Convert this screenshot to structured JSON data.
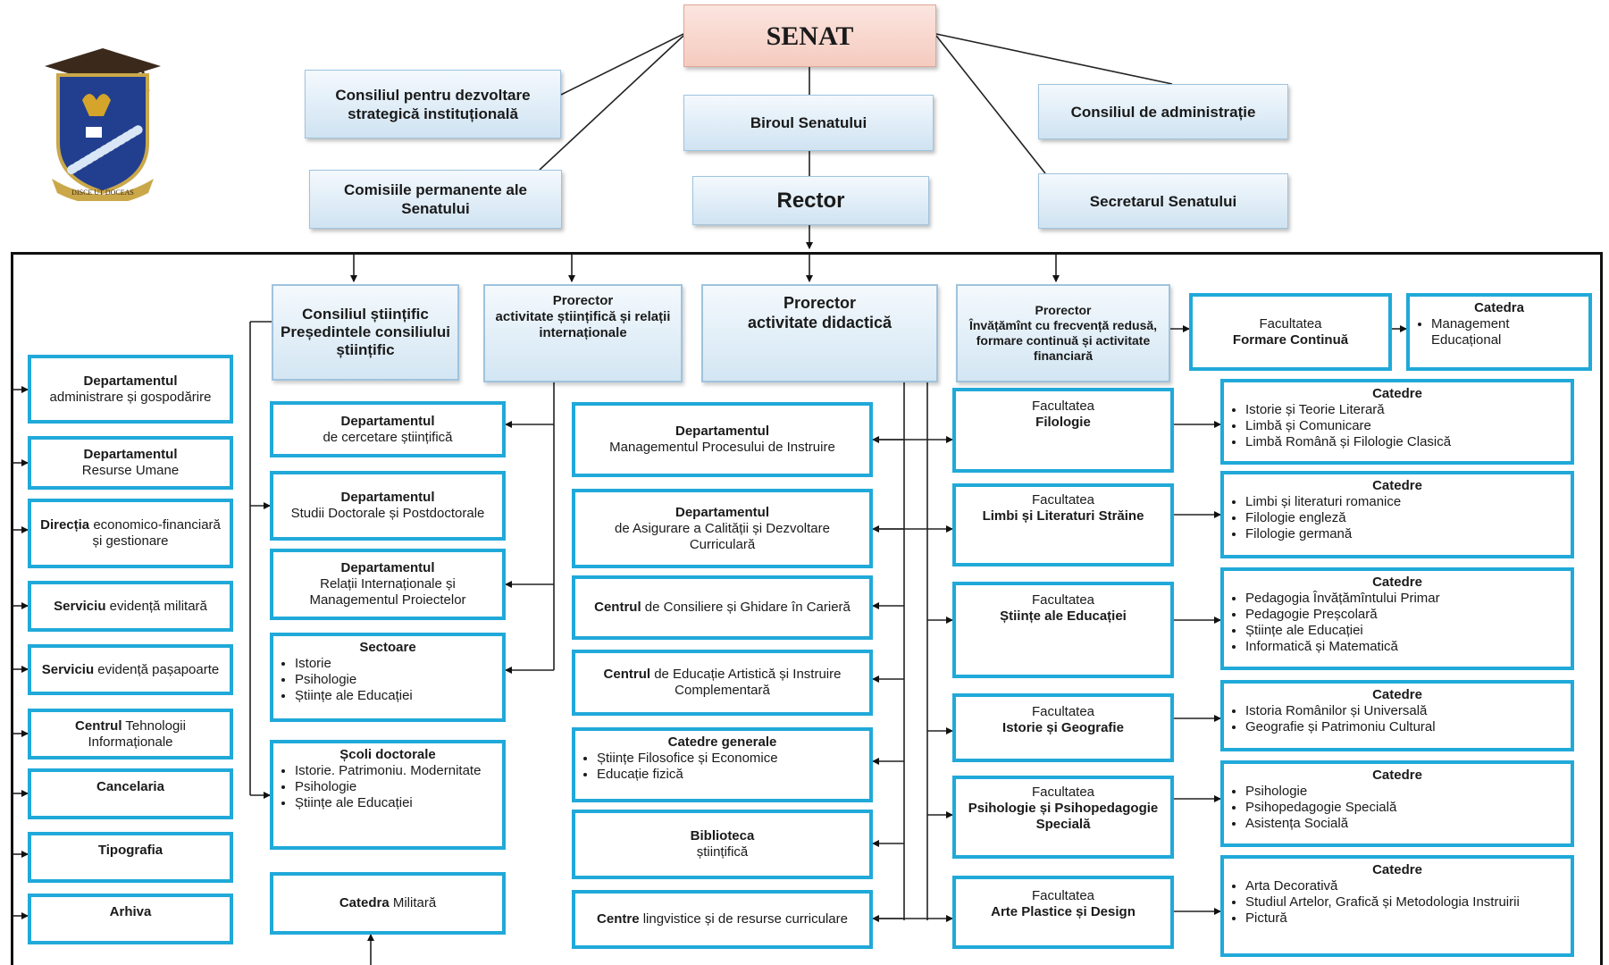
{
  "logo": {
    "motto": "DISCE UT DOCEAS"
  },
  "top": {
    "senat": "SENAT",
    "consiliul_strategic": "Consiliul pentru dezvoltare strategică instituțională",
    "biroul": "Biroul Senatului",
    "consiliul_admin": "Consiliul de administrație",
    "comisiile": "Comisiile permanente ale Senatului",
    "rector": "Rector",
    "secretarul": "Secretarul Senatului"
  },
  "level1": {
    "consiliul_stiintific": "Consiliul științific Președintele consiliului științific",
    "prorector_stiintific_title": "Prorector",
    "prorector_stiintific_sub": "activitate științifică și relații internaționale",
    "prorector_didactic_title": "Prorector",
    "prorector_didactic_sub": "activitate didactică",
    "prorector_frecventa_title": "Prorector",
    "prorector_frecventa_sub": "Învățămînt cu frecvență redusă, formare continuă și activitate financiară",
    "fac_formare_top": "Facultatea",
    "fac_formare_name": "Formare Continuă",
    "catedra_formare_title": "Catedra",
    "catedra_formare_items": [
      "Management Educațional"
    ]
  },
  "left": [
    {
      "bold": "Departamentul",
      "rest": "administrare și gospodărire"
    },
    {
      "bold": "Departamentul",
      "rest": "Resurse Umane"
    },
    {
      "bold": "Direcția",
      "rest": "economico-financiară și gestionare"
    },
    {
      "bold": "Serviciu",
      "rest": "evidență militară"
    },
    {
      "bold": "Serviciu",
      "rest": "evidență pașapoarte"
    },
    {
      "bold": "Centrul",
      "rest": "Tehnologii Informaționale"
    },
    {
      "bold": "Cancelaria",
      "rest": ""
    },
    {
      "bold": "Tipografia",
      "rest": ""
    },
    {
      "bold": "Arhiva",
      "rest": ""
    }
  ],
  "col2": {
    "dep_cercetare_bold": "Departamentul",
    "dep_cercetare_rest": "de cercetare științifică",
    "dep_doctorale_bold": "Departamentul",
    "dep_doctorale_rest": "Studii Doctorale și Postdoctorale",
    "dep_relatii_bold": "Departamentul",
    "dep_relatii_rest": "Relații Internaționale și Managementul Proiectelor",
    "sectoare_title": "Sectoare",
    "sectoare_items": [
      "Istorie",
      "Psihologie",
      "Științe ale Educației"
    ],
    "scoli_title": "Școli doctorale",
    "scoli_items": [
      "Istorie. Patrimoniu. Modernitate",
      "Psihologie",
      "Științe ale Educației"
    ],
    "catedra_militara_bold": "Catedra",
    "catedra_militara_rest": "Militară"
  },
  "col3": {
    "dep_management_bold": "Departamentul",
    "dep_management_rest": "Managementul Procesului de Instruire",
    "dep_calitate_bold": "Departamentul",
    "dep_calitate_rest": "de Asigurare a Calității și Dezvoltare Curriculară",
    "centrul_consiliere_bold": "Centrul",
    "centrul_consiliere_rest": "de Consiliere și Ghidare în Carieră",
    "centrul_educatie_bold": "Centrul",
    "centrul_educatie_rest": "de Educație Artistică și Instruire Complementară",
    "catedre_generale_title": "Catedre generale",
    "catedre_generale_items": [
      "Științe Filosofice și Economice",
      "Educație fizică"
    ],
    "biblioteca_bold": "Biblioteca",
    "biblioteca_rest": "științifică",
    "centre_bold": "Centre",
    "centre_rest": "lingvistice și de resurse curriculare"
  },
  "faculties": [
    {
      "top": "Facultatea",
      "name": "Filologie"
    },
    {
      "top": "Facultatea",
      "name": "Limbi și Literaturi Străine"
    },
    {
      "top": "Facultatea",
      "name": "Științe ale Educației"
    },
    {
      "top": "Facultatea",
      "name": "Istorie și Geografie"
    },
    {
      "top": "Facultatea",
      "name": "Psihologie și Psihopedagogie Specială"
    },
    {
      "top": "Facultatea",
      "name": "Arte Plastice și Design"
    }
  ],
  "catedre": [
    {
      "title": "Catedre",
      "items": [
        "Istorie și Teorie Literară",
        "Limbă și Comunicare",
        "Limbă Română și Filologie Clasică"
      ]
    },
    {
      "title": "Catedre",
      "items": [
        "Limbi și literaturi romanice",
        "Filologie engleză",
        "Filologie germană"
      ]
    },
    {
      "title": "Catedre",
      "items": [
        "Pedagogia Învățămîntului Primar",
        "Pedagogie Preșcolară",
        "Științe ale Educației",
        "Informatică și Matematică"
      ]
    },
    {
      "title": "Catedre",
      "items": [
        "Istoria Românilor și Universală",
        "Geografie și Patrimoniu Cultural"
      ]
    },
    {
      "title": "Catedre",
      "items": [
        "Psihologie",
        "Psihopedagogie Specială",
        "Asistența Socială"
      ]
    },
    {
      "title": "Catedre",
      "items": [
        "Arta Decorativă",
        "Studiul Artelor, Grafică și Metodologia Instruirii",
        "Pictură"
      ]
    }
  ],
  "colors": {
    "box_border": "#20a9d9",
    "senat_fill": "#f5cbbf",
    "top_fill": "#cfe3f2",
    "frame": "#111111"
  }
}
